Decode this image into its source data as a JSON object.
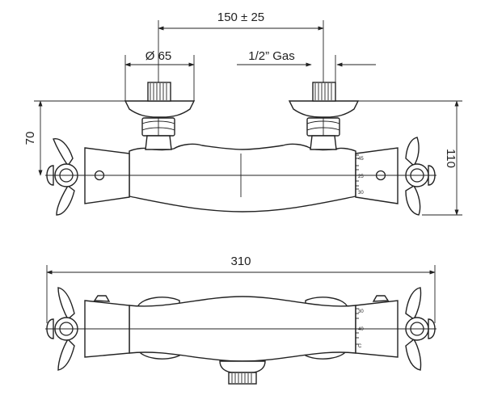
{
  "dimensions": {
    "center_distance": "150 ± 25",
    "inlet_diameter": "Ø 65",
    "thread": "1/2” Gas",
    "height_to_axis": "70",
    "total_height": "110",
    "total_width": "310"
  },
  "temperature_scale_front": [
    "45",
    "25",
    "30"
  ],
  "temperature_scale_bottom": [
    "30",
    "40",
    "C"
  ]
}
